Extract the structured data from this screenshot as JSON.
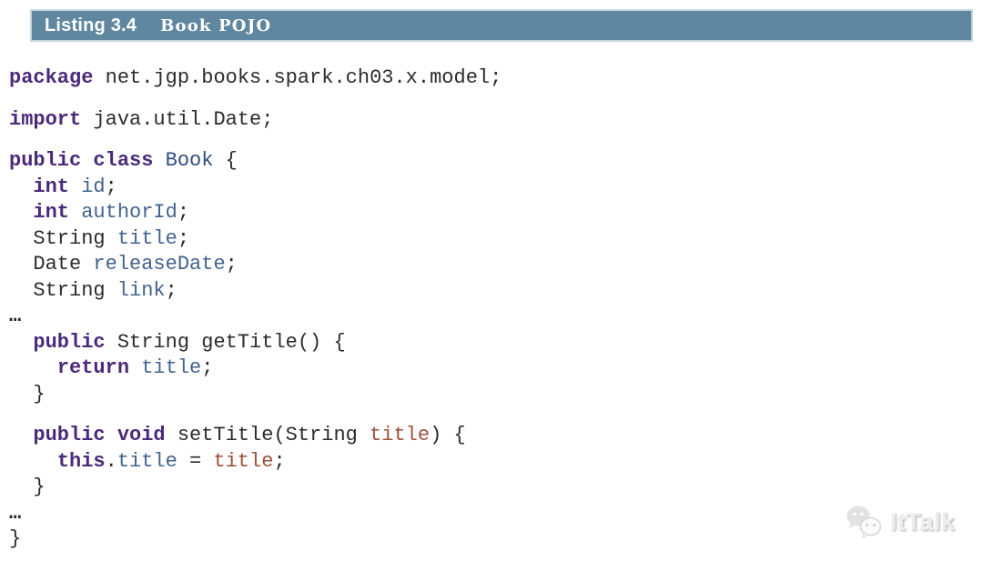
{
  "header": {
    "listing_label": "Listing 3.4",
    "listing_title": "Book POJO"
  },
  "colors": {
    "header-bg": "#5f87a0",
    "header-border": "#c8d6df",
    "header-text": "#ffffff",
    "code-keyword": "#4b2a7b",
    "code-plain": "#2b2b2b",
    "code-type": "#2e4d7e",
    "code-field": "#41638e",
    "code-param": "#9d5038",
    "watermark-gray": "#ececec"
  },
  "code": {
    "language": "java",
    "lines": [
      [
        [
          "kw",
          "package"
        ],
        [
          "pl",
          " net.jgp.books.spark.ch03.x.model;"
        ]
      ],
      [],
      [
        [
          "kw",
          "import"
        ],
        [
          "pl",
          " java.util.Date;"
        ]
      ],
      [],
      [
        [
          "kw",
          "public class"
        ],
        [
          "pl",
          " "
        ],
        [
          "type",
          "Book"
        ],
        [
          "pl",
          " {"
        ]
      ],
      [
        [
          "pl",
          "  "
        ],
        [
          "kw",
          "int"
        ],
        [
          "pl",
          " "
        ],
        [
          "fld",
          "id"
        ],
        [
          "pl",
          ";"
        ]
      ],
      [
        [
          "pl",
          "  "
        ],
        [
          "kw",
          "int"
        ],
        [
          "pl",
          " "
        ],
        [
          "fld",
          "authorId"
        ],
        [
          "pl",
          ";"
        ]
      ],
      [
        [
          "pl",
          "  String "
        ],
        [
          "fld",
          "title"
        ],
        [
          "pl",
          ";"
        ]
      ],
      [
        [
          "pl",
          "  Date "
        ],
        [
          "fld",
          "releaseDate"
        ],
        [
          "pl",
          ";"
        ]
      ],
      [
        [
          "pl",
          "  String "
        ],
        [
          "fld",
          "link"
        ],
        [
          "pl",
          ";"
        ]
      ],
      [
        [
          "el",
          "…"
        ]
      ],
      [
        [
          "pl",
          "  "
        ],
        [
          "kw",
          "public"
        ],
        [
          "pl",
          " String getTitle() {"
        ]
      ],
      [
        [
          "pl",
          "    "
        ],
        [
          "kw",
          "return"
        ],
        [
          "pl",
          " "
        ],
        [
          "fld",
          "title"
        ],
        [
          "pl",
          ";"
        ]
      ],
      [
        [
          "pl",
          "  }"
        ]
      ],
      [],
      [
        [
          "pl",
          "  "
        ],
        [
          "kw",
          "public void"
        ],
        [
          "pl",
          " setTitle(String "
        ],
        [
          "prm",
          "title"
        ],
        [
          "pl",
          ") {"
        ]
      ],
      [
        [
          "pl",
          "    "
        ],
        [
          "kw",
          "this"
        ],
        [
          "pl",
          "."
        ],
        [
          "fld",
          "title"
        ],
        [
          "pl",
          " = "
        ],
        [
          "prm",
          "title"
        ],
        [
          "pl",
          ";"
        ]
      ],
      [
        [
          "pl",
          "  }"
        ]
      ],
      [
        [
          "el",
          "…"
        ]
      ],
      [
        [
          "pl",
          "}"
        ]
      ]
    ]
  },
  "watermark": {
    "text": "ItTalk",
    "icon": "wechat-chat-bubbles-icon"
  }
}
